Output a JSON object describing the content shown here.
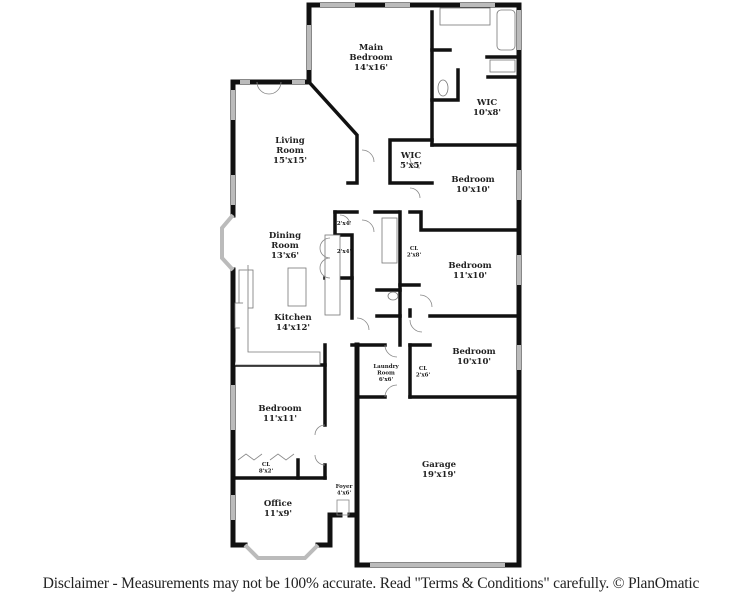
{
  "rooms": [
    {
      "name": "Main Bedroom",
      "dims": "14'x16'"
    },
    {
      "name": "WIC",
      "dims": "10'x8'"
    },
    {
      "name": "Living Room",
      "dims": "15'x15'"
    },
    {
      "name": "WIC",
      "dims": "5'x5'"
    },
    {
      "name": "Bedroom",
      "dims": "10'x10'"
    },
    {
      "name": "Dining Room",
      "dims": "13'x6'"
    },
    {
      "name": "",
      "dims": "2'x4'"
    },
    {
      "name": "",
      "dims": "2'x4'"
    },
    {
      "name": "CL",
      "dims": "2'x8'"
    },
    {
      "name": "Bedroom",
      "dims": "11'x10'"
    },
    {
      "name": "Kitchen",
      "dims": "14'x12'"
    },
    {
      "name": "Laundry Room",
      "dims": "6'x6'"
    },
    {
      "name": "CL",
      "dims": "2'x6'"
    },
    {
      "name": "Bedroom",
      "dims": "10'x10'"
    },
    {
      "name": "Bedroom",
      "dims": "11'x11'"
    },
    {
      "name": "CL",
      "dims": "8'x2'"
    },
    {
      "name": "Foyer",
      "dims": "4'x6'"
    },
    {
      "name": "Office",
      "dims": "11'x9'"
    },
    {
      "name": "Garage",
      "dims": "19'x19'"
    }
  ],
  "disclaimer": "Disclaimer - Measurements may not be 100% accurate. Read \"Terms & Conditions\" carefully. © PlanOmatic",
  "colors": {
    "wall": "#111111",
    "window": "#bbbbbb"
  }
}
